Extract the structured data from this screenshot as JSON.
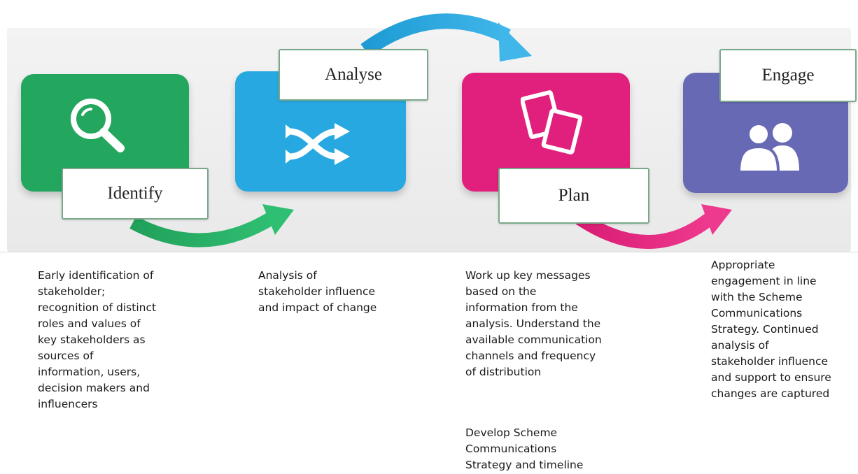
{
  "colors": {
    "identify": "#23a65e",
    "analyse": "#27a8e0",
    "plan": "#e0207c",
    "engage": "#6769b4"
  },
  "steps": [
    {
      "title": "Identify",
      "icon": "magnifier-icon",
      "description": "Early identification of\nstakeholder;\nrecognition of distinct\nroles and values of\nkey stakeholders as\nsources of\ninformation, users,\ndecision makers and\ninfluencers"
    },
    {
      "title": "Analyse",
      "icon": "shuffle-arrows-icon",
      "description": "Analysis of\nstakeholder influence\nand impact of change"
    },
    {
      "title": "Plan",
      "icon": "documents-icon",
      "description": "Work up key  messages\nbased on the\ninformation from the\nanalysis. Understand the\navailable communication\nchannels and frequency\nof distribution",
      "description_extra": "Develop Scheme\nCommunications\nStrategy and timeline"
    },
    {
      "title": "Engage",
      "icon": "users-icon",
      "description": "Appropriate\nengagement in line\nwith the Scheme\nCommunications\nStrategy.  Continued\nanalysis of\nstakeholder influence\nand support to ensure\nchanges are captured"
    }
  ]
}
